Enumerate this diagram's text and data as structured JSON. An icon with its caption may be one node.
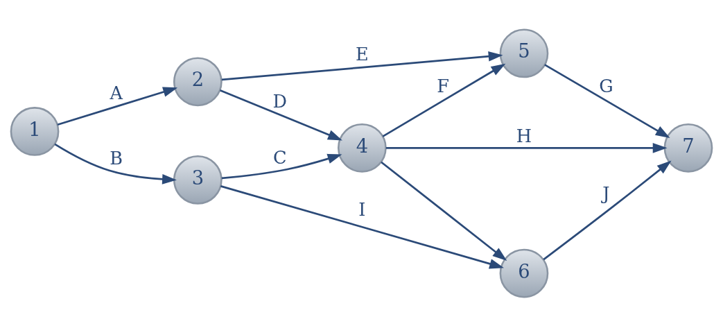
{
  "diagram": {
    "nodes": [
      {
        "text": [
          "1"
        ]
      },
      {
        "text": [
          "2"
        ]
      },
      {
        "text": [
          "3"
        ]
      },
      {
        "text": [
          "4"
        ]
      },
      {
        "text": [
          "5"
        ]
      },
      {
        "text": [
          "6"
        ]
      },
      {
        "text": [
          "7"
        ]
      }
    ],
    "edges": [
      {
        "from": 0,
        "to": 1,
        "arrow": "to",
        "label": "A"
      },
      {
        "from": 0,
        "to": 2,
        "arrow": "to",
        "label": "B"
      },
      {
        "from": 1,
        "to": 4,
        "arrow": "to",
        "label": "E"
      },
      {
        "from": 1,
        "to": 3,
        "arrow": "to",
        "label": "D"
      },
      {
        "from": 2,
        "to": 3,
        "arrow": "to",
        "label": "C"
      },
      {
        "from": 2,
        "to": 5,
        "arrow": "to",
        "label": "I"
      },
      {
        "from": 3,
        "to": 4,
        "arrow": "to",
        "label": "F"
      },
      {
        "from": 3,
        "to": 6,
        "arrow": "to",
        "label": "H"
      },
      {
        "from": 3,
        "to": 5,
        "arrow": "to"
      },
      {
        "from": 4,
        "to": 6,
        "arrow": "to",
        "label": "G"
      },
      {
        "from": 5,
        "to": 6,
        "arrow": "to",
        "label": "J"
      }
    ]
  }
}
